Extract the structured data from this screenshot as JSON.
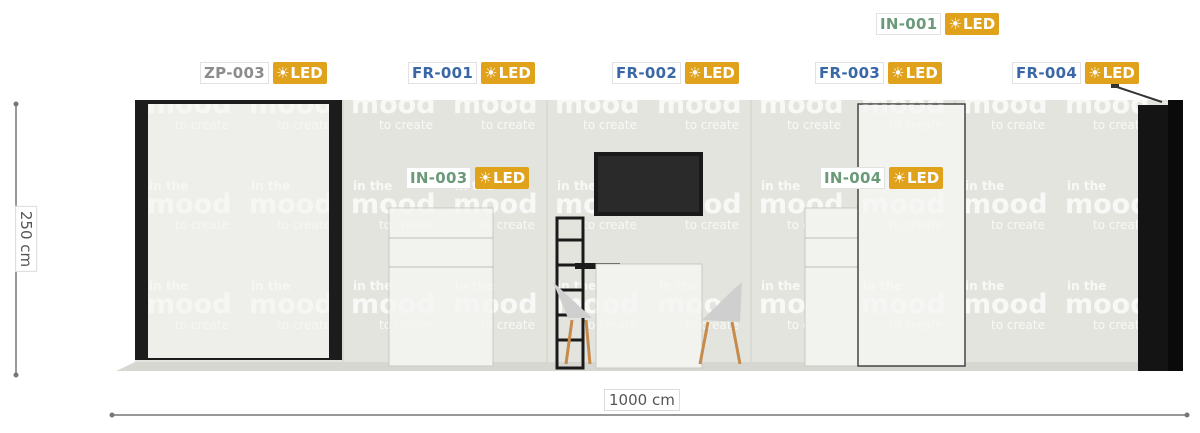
{
  "dimensions": {
    "width_label": "1000 cm",
    "height_label": "250 cm"
  },
  "booth": {
    "wall_print": {
      "line1": "in the",
      "line2": "mood",
      "line3": "to create"
    }
  },
  "colors": {
    "led_badge": "#e0a11b",
    "frame_code": "#3a67a6",
    "interior_code": "#6b9a79",
    "zp_code": "#8c8c8c"
  },
  "tags": [
    {
      "code": "ZP-003",
      "led": "LED",
      "kind": "zp"
    },
    {
      "code": "FR-001",
      "led": "LED",
      "kind": "frame"
    },
    {
      "code": "FR-002",
      "led": "LED",
      "kind": "frame"
    },
    {
      "code": "FR-003",
      "led": "LED",
      "kind": "frame"
    },
    {
      "code": "FR-004",
      "led": "LED",
      "kind": "frame"
    },
    {
      "code": "IN-001",
      "led": "LED",
      "kind": "interior"
    },
    {
      "code": "IN-003",
      "led": "LED",
      "kind": "interior"
    },
    {
      "code": "IN-004",
      "led": "LED",
      "kind": "interior"
    }
  ]
}
